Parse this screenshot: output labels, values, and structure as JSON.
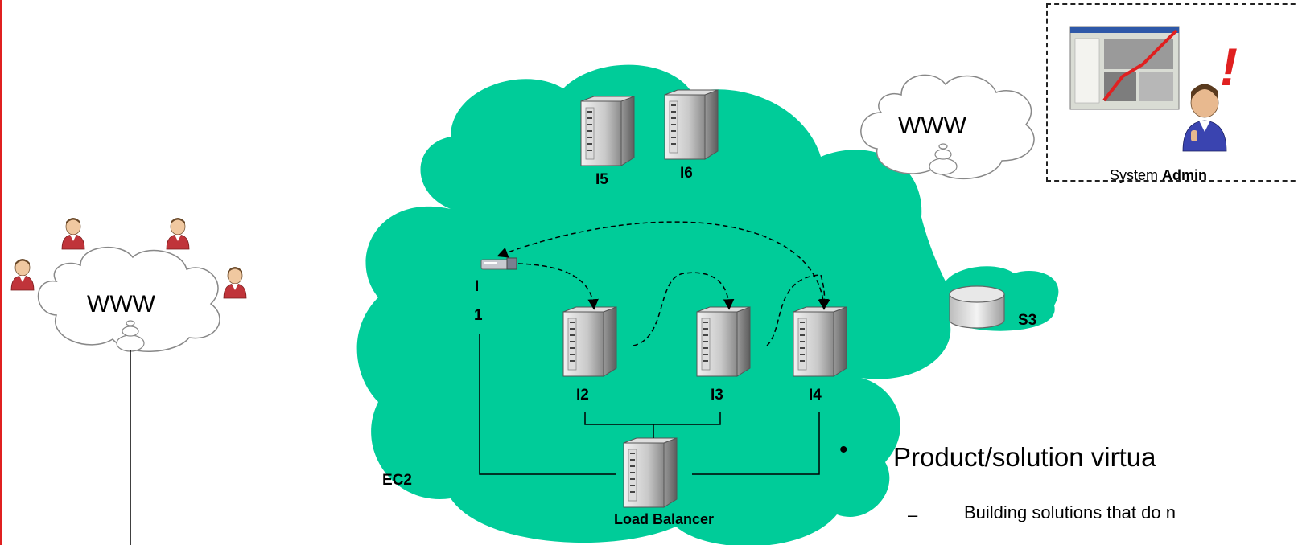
{
  "clouds": {
    "left_www_label": "WWW",
    "top_www_label": "WWW"
  },
  "ec2": {
    "label": "EC2",
    "instances": {
      "i1_line1": "I",
      "i1_line2": "1",
      "i2": "I2",
      "i3": "I3",
      "i4": "I4",
      "i5": "I5",
      "i6": "I6"
    },
    "load_balancer_label": "Load Balancer"
  },
  "s3": {
    "label": "S3"
  },
  "admin": {
    "caption_prefix": "System ",
    "caption_bold": "Admin",
    "alert_mark": "!"
  },
  "bullets": {
    "main_dot": "•",
    "main_text": "Product/solution virtua",
    "sub_dash": "–",
    "sub_text": "Building solutions that do n"
  },
  "colors": {
    "ec2_cloud": "#00cc99",
    "left_border": "#e02020",
    "admin_alert": "#e02020",
    "user_shirt": "#c0343a"
  }
}
